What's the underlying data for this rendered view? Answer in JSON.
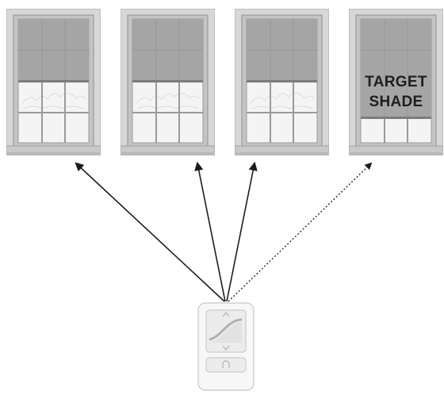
{
  "windows": [
    {
      "id": "window-1",
      "shade_lowered": false
    },
    {
      "id": "window-2",
      "shade_lowered": false
    },
    {
      "id": "window-3",
      "shade_lowered": false
    },
    {
      "id": "window-4",
      "shade_lowered": true,
      "label_line1": "TARGET",
      "label_line2": "SHADE"
    }
  ],
  "arrows": [
    {
      "to": "window-1",
      "style": "solid"
    },
    {
      "to": "window-2",
      "style": "solid"
    },
    {
      "to": "window-3",
      "style": "solid"
    },
    {
      "to": "window-4",
      "style": "dotted"
    }
  ],
  "colors": {
    "frame": "#d6d6d6",
    "frame_edge": "#a9a9a9",
    "shade": "#a3a3a3",
    "glass": "#f4f4f4",
    "arrow": "#1c1c1c",
    "remote_body": "#f7f7f7"
  },
  "remote": {
    "name": "remote-control",
    "icons": [
      "up-arrow-icon",
      "down-arrow-icon",
      "favorite-button-icon"
    ]
  }
}
